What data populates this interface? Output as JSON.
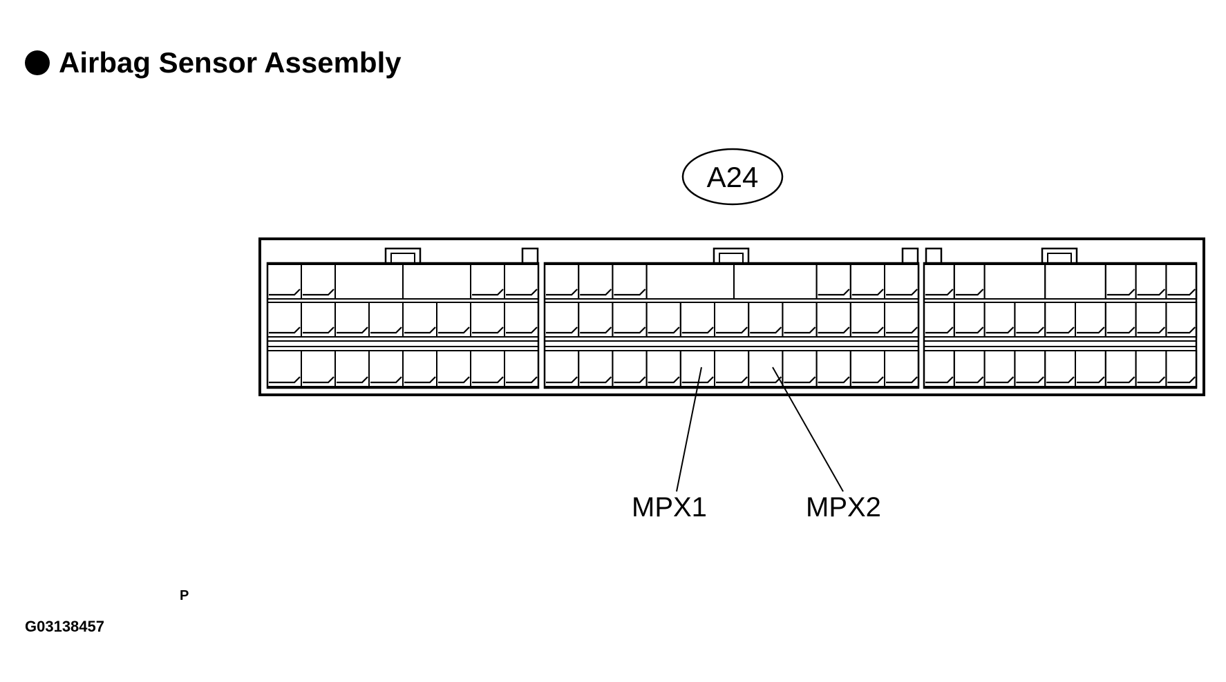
{
  "title": "Airbag Sensor Assembly",
  "connector_id": "A24",
  "callouts": {
    "mpx1": "MPX1",
    "mpx2": "MPX2"
  },
  "footer": {
    "mark": "P",
    "figure_code": "G03138457"
  },
  "colors": {
    "ink": "#000000",
    "background": "#ffffff"
  }
}
